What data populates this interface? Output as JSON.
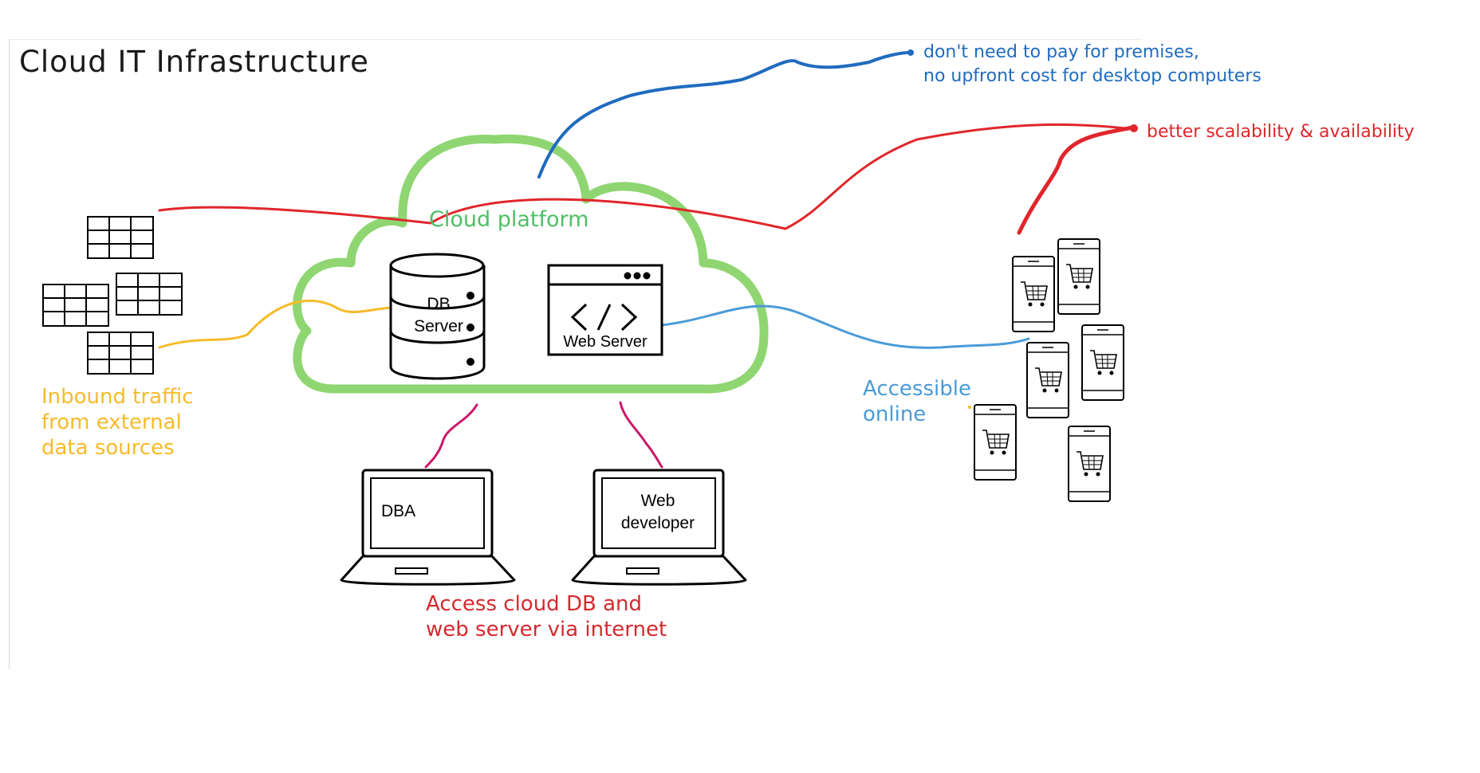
{
  "title": "Cloud IT Infrastructure",
  "cloud": {
    "label": "Cloud platform",
    "color": "#8fd672"
  },
  "db_server": {
    "line1": "DB",
    "line2": "Server"
  },
  "web_server": {
    "label": "Web Server"
  },
  "laptops": [
    {
      "label": "DBA"
    },
    {
      "line1": "Web",
      "line2": "developer"
    }
  ],
  "notes": {
    "inbound": {
      "lines": [
        "Inbound traffic",
        "from external",
        "data sources"
      ],
      "color": "#f5bb2a"
    },
    "access": {
      "lines": [
        "Access cloud DB and",
        "web server via internet"
      ],
      "color": "#d42a2f"
    },
    "accessible": {
      "lines": [
        "Accessible",
        "online"
      ],
      "color": "#4a9bd8"
    },
    "premises": {
      "lines": [
        "don't need to pay for premises,",
        "no upfront cost for desktop computers"
      ],
      "color": "#1f6bbf"
    },
    "scalability": {
      "lines": [
        "better scalability & availability"
      ],
      "color": "#e0262b"
    }
  },
  "connector_colors": {
    "laptop_links": "#c8196b",
    "black": "#000000"
  }
}
